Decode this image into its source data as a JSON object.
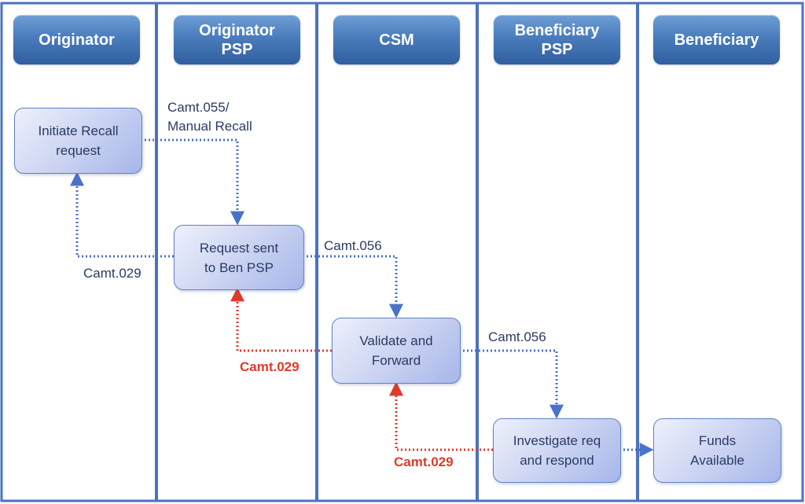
{
  "lanes": [
    {
      "header": "Originator"
    },
    {
      "header": "Originator\nPSP"
    },
    {
      "header": "CSM"
    },
    {
      "header": "Beneficiary\nPSP"
    },
    {
      "header": "Beneficiary"
    }
  ],
  "steps": {
    "initiate": "Initiate Recall\nrequest",
    "request_sent": "Request sent\nto Ben PSP",
    "validate": "Validate and\nForward",
    "investigate": "Investigate req\nand respond",
    "funds": "Funds\nAvailable"
  },
  "labels": {
    "camt055": "Camt.055/\nManual Recall",
    "camt056_a": "Camt.056",
    "camt029_a": "Camt.029",
    "camt056_b": "Camt.056",
    "camt029_red_1": "Camt.029",
    "camt029_red_2": "Camt.029"
  },
  "colors": {
    "lane_border": "#4a72c0",
    "blue_flow": "#4a72c8",
    "red_flow": "#e03a2a"
  }
}
